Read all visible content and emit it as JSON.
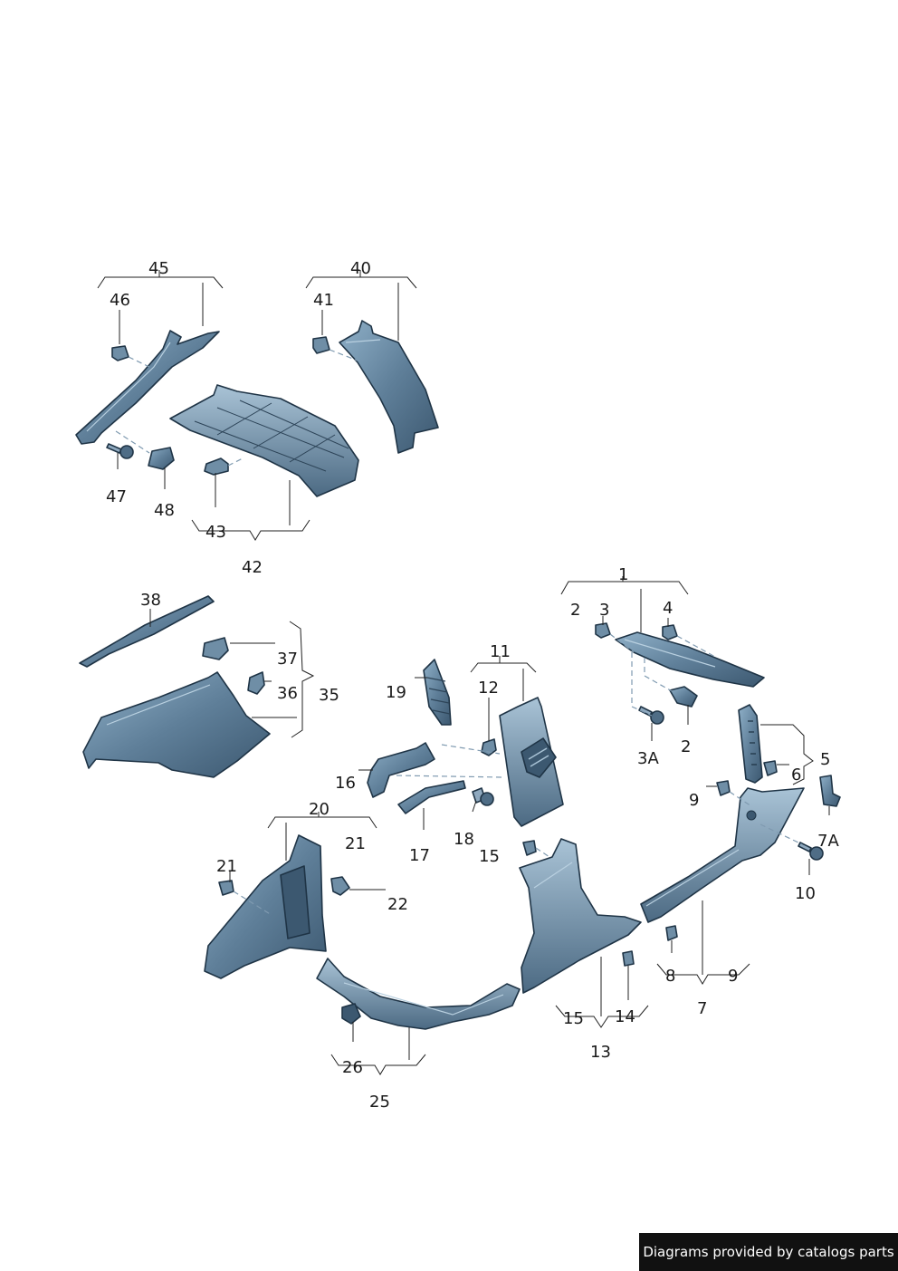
{
  "callouts": {
    "c45": "45",
    "c46": "46",
    "c47": "47",
    "c48": "48",
    "c40": "40",
    "c41": "41",
    "c42": "42",
    "c43": "43",
    "c38": "38",
    "c37": "37",
    "c36": "36",
    "c35": "35",
    "c1": "1",
    "c2a": "2",
    "c3": "3",
    "c4": "4",
    "c3A": "3A",
    "c2b": "2",
    "c5": "5",
    "c6": "6",
    "c7A": "7A",
    "c9a": "9",
    "c10": "10",
    "c11": "11",
    "c12": "12",
    "c19": "19",
    "c16": "16",
    "c17": "17",
    "c18": "18",
    "c15a": "15",
    "c20": "20",
    "c21a": "21",
    "c21b": "21",
    "c22": "22",
    "c8": "8",
    "c9b": "9",
    "c7": "7",
    "c15b": "15",
    "c14": "14",
    "c13": "13",
    "c26": "26",
    "c25": "25"
  },
  "footer": {
    "text": "Diagrams provided by catalogs parts"
  },
  "colors": {
    "part_fill": "#5f7f99",
    "part_dark": "#3c5870",
    "outline": "#1f3446",
    "footer_bg": "#111111"
  }
}
